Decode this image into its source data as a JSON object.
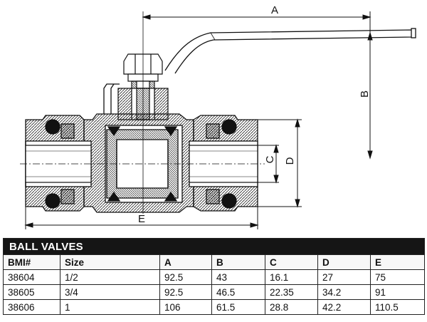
{
  "drawing": {
    "dimension_labels": {
      "a": "A",
      "b": "B",
      "c": "C",
      "d": "D",
      "e": "E"
    }
  },
  "table": {
    "title": "BALL VALVES",
    "headers": [
      "BMI#",
      "Size",
      "A",
      "B",
      "C",
      "D",
      "E"
    ],
    "rows": [
      [
        "38604",
        "1/2",
        "92.5",
        "43",
        "16.1",
        "27",
        "75"
      ],
      [
        "38605",
        "3/4",
        "92.5",
        "46.5",
        "22.35",
        "34.2",
        "91"
      ],
      [
        "38606",
        "1",
        "106",
        "61.5",
        "28.8",
        "42.2",
        "110.5"
      ]
    ]
  }
}
